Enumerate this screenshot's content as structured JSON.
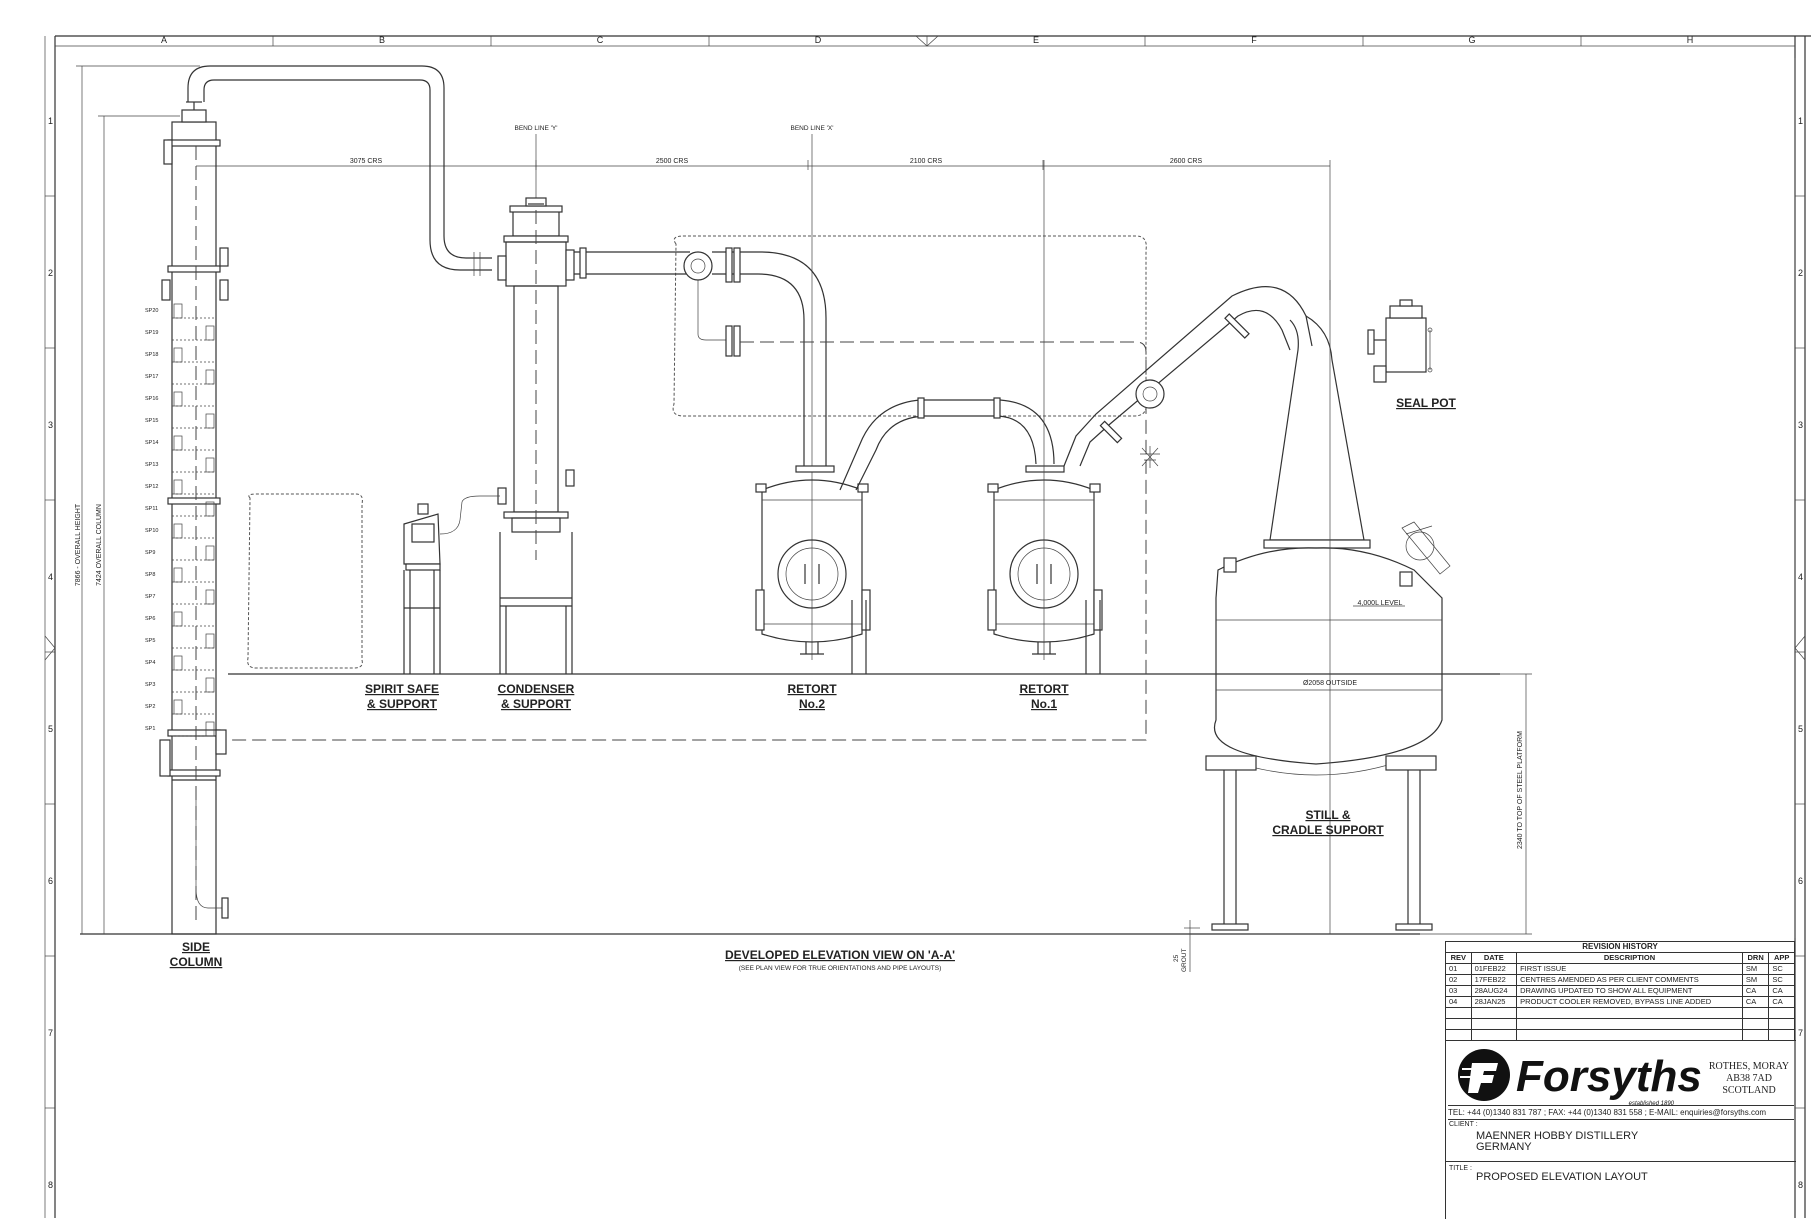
{
  "grid": {
    "columns": [
      "A",
      "B",
      "C",
      "D",
      "E",
      "F",
      "G",
      "H"
    ],
    "rows": [
      "1",
      "2",
      "3",
      "4",
      "5",
      "6",
      "7",
      "8"
    ]
  },
  "dims": {
    "overall_height": "7866 - OVERALL HEIGHT",
    "overall_column": "7424 OVERALL COLUMN",
    "crs1": "3075 CRS",
    "crs2": "2500 CRS",
    "crs3": "2100 CRS",
    "crs4": "2600 CRS",
    "bend_y": "BEND LINE 'Y'",
    "bend_x": "BEND LINE 'X'",
    "level": "4,000L LEVEL",
    "outside": "Ø2058 OUTSIDE",
    "platform": "2340 TO TOP OF STEEL PLATFORM",
    "grout_num": "25",
    "grout": "GROUT"
  },
  "plates": [
    "SP20",
    "SP19",
    "SP18",
    "SP17",
    "SP16",
    "SP15",
    "SP14",
    "SP13",
    "SP12",
    "SP11",
    "SP10",
    "SP9",
    "SP8",
    "SP7",
    "SP6",
    "SP5",
    "SP4",
    "SP3",
    "SP2",
    "SP1"
  ],
  "labels": {
    "side_column_1": "SIDE",
    "side_column_2": "COLUMN",
    "spirit_safe_1": "SPIRIT SAFE",
    "spirit_safe_2": "& SUPPORT",
    "condenser_1": "CONDENSER",
    "condenser_2": "& SUPPORT",
    "retort2_1": "RETORT",
    "retort2_2": "No.2",
    "retort1_1": "RETORT",
    "retort1_2": "No.1",
    "seal_pot": "SEAL POT",
    "still_1": "STILL &",
    "still_2": "CRADLE SUPPORT"
  },
  "view": {
    "title": "DEVELOPED ELEVATION VIEW ON 'A-A'",
    "note": "(SEE PLAN VIEW FOR TRUE ORIENTATIONS AND PIPE LAYOUTS)"
  },
  "revision": {
    "heading": "REVISION HISTORY",
    "cols": {
      "rev": "REV",
      "date": "DATE",
      "desc": "DESCRIPTION",
      "drn": "DRN",
      "app": "APP"
    },
    "rows": [
      {
        "rev": "01",
        "date": "01FEB22",
        "desc": "FIRST ISSUE",
        "drn": "SM",
        "app": "SC"
      },
      {
        "rev": "02",
        "date": "17FEB22",
        "desc": "CENTRES AMENDED AS PER CLIENT COMMENTS",
        "drn": "SM",
        "app": "SC"
      },
      {
        "rev": "03",
        "date": "28AUG24",
        "desc": "DRAWING UPDATED TO SHOW ALL EQUIPMENT",
        "drn": "CA",
        "app": "CA"
      },
      {
        "rev": "04",
        "date": "28JAN25",
        "desc": "PRODUCT COOLER REMOVED, BYPASS LINE ADDED",
        "drn": "CA",
        "app": "CA"
      }
    ]
  },
  "company": {
    "name": "Forsyths",
    "established": "established 1890",
    "addr1": "ROTHES, MORAY",
    "addr2": "AB38 7AD",
    "addr3": "SCOTLAND",
    "contact": "TEL: +44 (0)1340 831 787 ; FAX: +44 (0)1340 831 558 ; E-MAIL: enquiries@forsyths.com"
  },
  "client": {
    "heading": "CLIENT :",
    "line1": "MAENNER HOBBY DISTILLERY",
    "line2": "GERMANY"
  },
  "title": {
    "heading": "TITLE :",
    "value": "PROPOSED ELEVATION LAYOUT"
  }
}
